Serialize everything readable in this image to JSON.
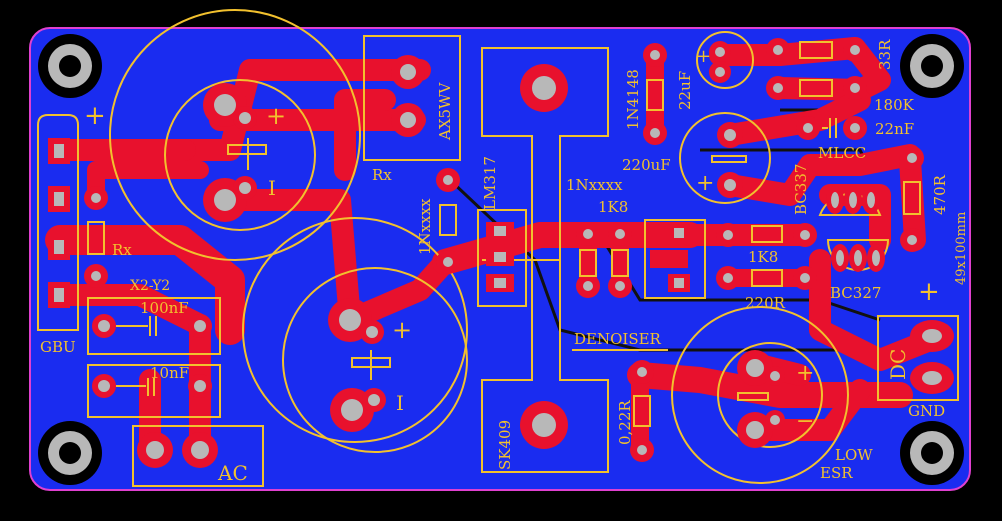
{
  "board": {
    "size": "49x100mm",
    "colors": {
      "copper": "#1a2cf0",
      "trace": "#e8112d",
      "silk": "#f2c12e",
      "outline": "#e040d0",
      "hole": "#b8b8b8",
      "background": "#000000"
    }
  },
  "labels": {
    "gbu": "GBU",
    "rx_left": "Rx",
    "x2y2": "X2-Y2",
    "c100n": "100nF",
    "c10n": "10nF",
    "ac": "AC",
    "rx_top": "Rx",
    "ax5wv": "AX5WV",
    "nx_left": "1Nxxxx",
    "lm317": "LM317",
    "sk409": "SK409",
    "n4148": "1N4148",
    "c22u": "22uF",
    "c220u": "220uF",
    "nx_mid": "1Nxxxx",
    "r1k8a": "1K8",
    "r1k8b": "1K8",
    "r220": "220R",
    "denoiser": "DENOISER",
    "r022": "0,22R",
    "low": "LOW",
    "esr": "ESR",
    "r33": "33R",
    "r180k": "180K",
    "c22n": "22nF",
    "mlcc": "MLCC",
    "bc337": "BC337",
    "bc327": "BC327",
    "r470": "470R",
    "dc": "DC",
    "gnd": "GND",
    "plus": "+",
    "minus": "−",
    "bar": "I"
  }
}
